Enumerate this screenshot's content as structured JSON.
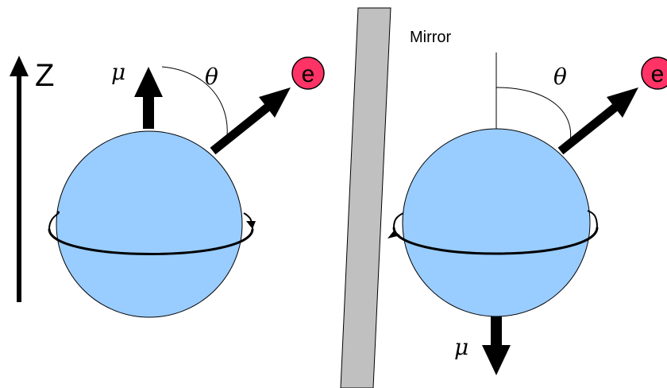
{
  "labels": {
    "z_axis": "Z",
    "mirror": "Mirror",
    "mu_left": "μ",
    "mu_right": "μ",
    "theta_left": "θ",
    "theta_right": "θ",
    "electron_left": "e",
    "electron_right": "e"
  },
  "colors": {
    "sphere_fill": "#99ccff",
    "sphere_stroke": "#000000",
    "mirror_fill": "#c0c0c0",
    "electron_fill": "#ff3366",
    "arrow": "#000000"
  },
  "icons": {
    "z_axis": "up-arrow-icon",
    "electron": "electron-circle-icon"
  }
}
